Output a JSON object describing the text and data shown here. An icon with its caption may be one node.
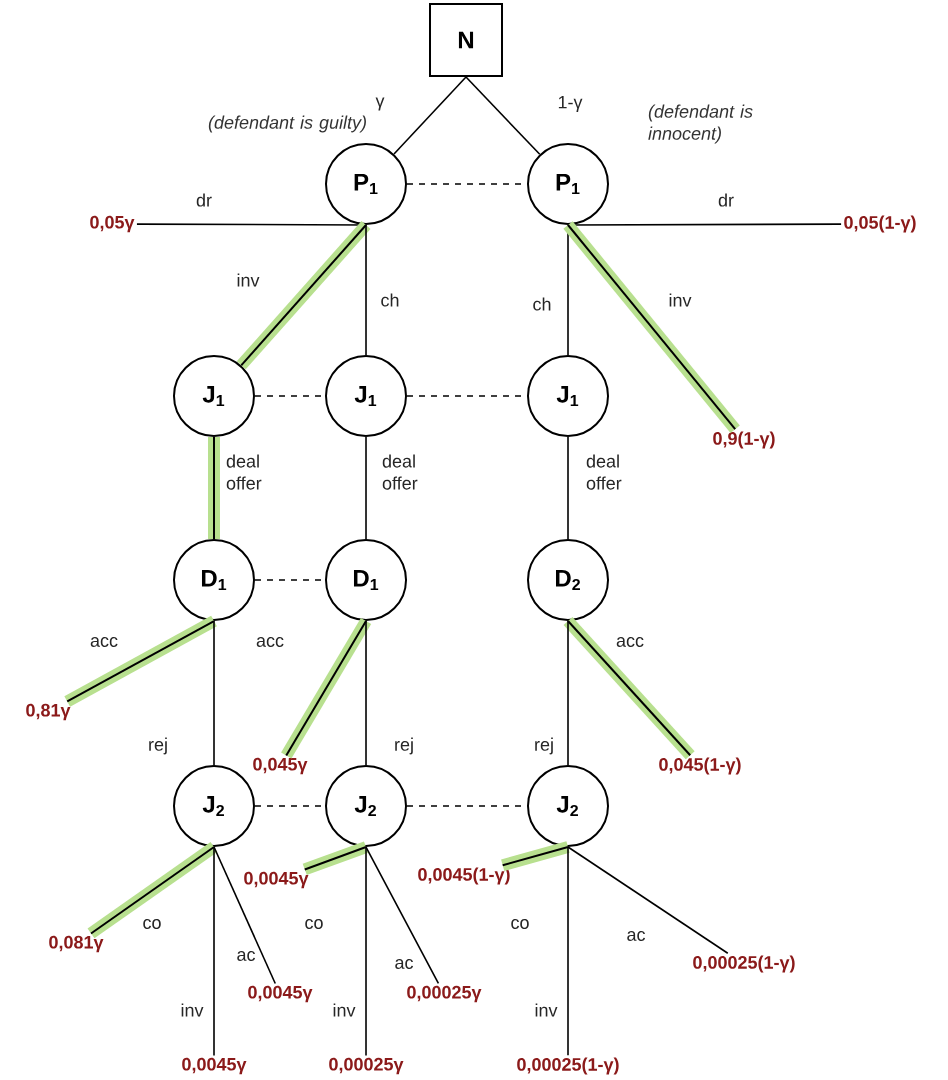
{
  "diagram": {
    "nodes": [
      {
        "text": [
          "N"
        ]
      },
      {
        "text": [
          "P$_{1}$"
        ]
      },
      {
        "text": [
          "P$_{1}$"
        ]
      },
      {
        "text": [
          "J$_{1}$"
        ]
      },
      {
        "text": [
          "J$_{1}$"
        ]
      },
      {
        "text": [
          "J$_{1}$"
        ]
      },
      {
        "text": [
          "D$_{1}$"
        ]
      },
      {
        "text": [
          "D$_{1}$"
        ]
      },
      {
        "text": [
          "D$_{2}$"
        ]
      },
      {
        "text": [
          "J$_{2}$"
        ]
      },
      {
        "text": [
          "J$_{2}$"
        ]
      },
      {
        "text": [
          "J$_{2}$"
        ]
      },
      {
        "text": [
          "0,05γ"
        ]
      },
      {
        "text": [
          "0,05(1-γ)"
        ]
      },
      {
        "text": [
          "0,9(1-γ)"
        ]
      },
      {
        "text": [
          "0,81γ"
        ]
      },
      {
        "text": [
          "0,045γ"
        ]
      },
      {
        "text": [
          "0,045(1-γ)"
        ]
      },
      {
        "text": [
          "0,081γ"
        ]
      },
      {
        "text": [
          "0,0045γ"
        ]
      },
      {
        "text": [
          "0,0045γ"
        ]
      },
      {
        "text": [
          "0,0045γ"
        ]
      },
      {
        "text": [
          "0,00025γ"
        ]
      },
      {
        "text": [
          "0,00025γ"
        ]
      },
      {
        "text": [
          "0,0045(1-γ)"
        ]
      },
      {
        "text": [
          "0,00025(1-γ)"
        ]
      },
      {
        "text": [
          "0,00025(1-γ)"
        ]
      }
    ],
    "edges": [
      {
        "from": 0,
        "to": 1,
        "arrow": "none",
        "label": "γ"
      },
      {
        "from": 0,
        "to": 2,
        "arrow": "none",
        "label": "1-γ"
      },
      {
        "from": 1,
        "to": 2,
        "arrow": "none",
        "style": "dashed"
      },
      {
        "from": 1,
        "to": 12,
        "arrow": "none",
        "label": "dr"
      },
      {
        "from": 1,
        "to": 3,
        "arrow": "none",
        "label": "inv",
        "style": "thick",
        "color": "#b8e08f"
      },
      {
        "from": 1,
        "to": 4,
        "arrow": "none",
        "label": "ch"
      },
      {
        "from": 2,
        "to": 13,
        "arrow": "none",
        "label": "dr"
      },
      {
        "from": 2,
        "to": 5,
        "arrow": "none",
        "label": "ch"
      },
      {
        "from": 2,
        "to": 14,
        "arrow": "none",
        "label": "inv",
        "style": "thick",
        "color": "#b8e08f"
      },
      {
        "from": 3,
        "to": 4,
        "arrow": "none",
        "style": "dashed"
      },
      {
        "from": 4,
        "to": 5,
        "arrow": "none",
        "style": "dashed"
      },
      {
        "from": 3,
        "to": 6,
        "arrow": "none",
        "label": "deal offer",
        "style": "thick",
        "color": "#b8e08f"
      },
      {
        "from": 4,
        "to": 7,
        "arrow": "none",
        "label": "deal offer"
      },
      {
        "from": 5,
        "to": 8,
        "arrow": "none",
        "label": "deal offer"
      },
      {
        "from": 6,
        "to": 7,
        "arrow": "none",
        "style": "dashed"
      },
      {
        "from": 6,
        "to": 15,
        "arrow": "none",
        "label": "acc",
        "style": "thick",
        "color": "#b8e08f"
      },
      {
        "from": 6,
        "to": 9,
        "arrow": "none",
        "label": "rej"
      },
      {
        "from": 7,
        "to": 16,
        "arrow": "none",
        "label": "acc",
        "style": "thick",
        "color": "#b8e08f"
      },
      {
        "from": 7,
        "to": 10,
        "arrow": "none",
        "label": "rej"
      },
      {
        "from": 8,
        "to": 17,
        "arrow": "none",
        "label": "acc",
        "style": "thick",
        "color": "#b8e08f"
      },
      {
        "from": 8,
        "to": 11,
        "arrow": "none",
        "label": "rej"
      },
      {
        "from": 9,
        "to": 10,
        "arrow": "none",
        "style": "dashed"
      },
      {
        "from": 10,
        "to": 11,
        "arrow": "none",
        "style": "dashed"
      },
      {
        "from": 9,
        "to": 18,
        "arrow": "none",
        "label": "co",
        "style": "thick",
        "color": "#b8e08f"
      },
      {
        "from": 9,
        "to": 19,
        "arrow": "none",
        "label": "ac"
      },
      {
        "from": 9,
        "to": 20,
        "arrow": "none",
        "label": "inv"
      },
      {
        "from": 10,
        "to": 21,
        "arrow": "none",
        "label": "co",
        "style": "thick",
        "color": "#b8e08f"
      },
      {
        "from": 10,
        "to": 22,
        "arrow": "none",
        "label": "ac"
      },
      {
        "from": 10,
        "to": 23,
        "arrow": "none",
        "label": "inv"
      },
      {
        "from": 11,
        "to": 24,
        "arrow": "none",
        "label": "co",
        "style": "thick",
        "color": "#b8e08f"
      },
      {
        "from": 11,
        "to": 25,
        "arrow": "none",
        "label": "ac"
      },
      {
        "from": 11,
        "to": 26,
        "arrow": "none",
        "label": "inv"
      }
    ],
    "labels": [
      "(defendant is guilty)",
      "(defendant is innocent)"
    ]
  }
}
